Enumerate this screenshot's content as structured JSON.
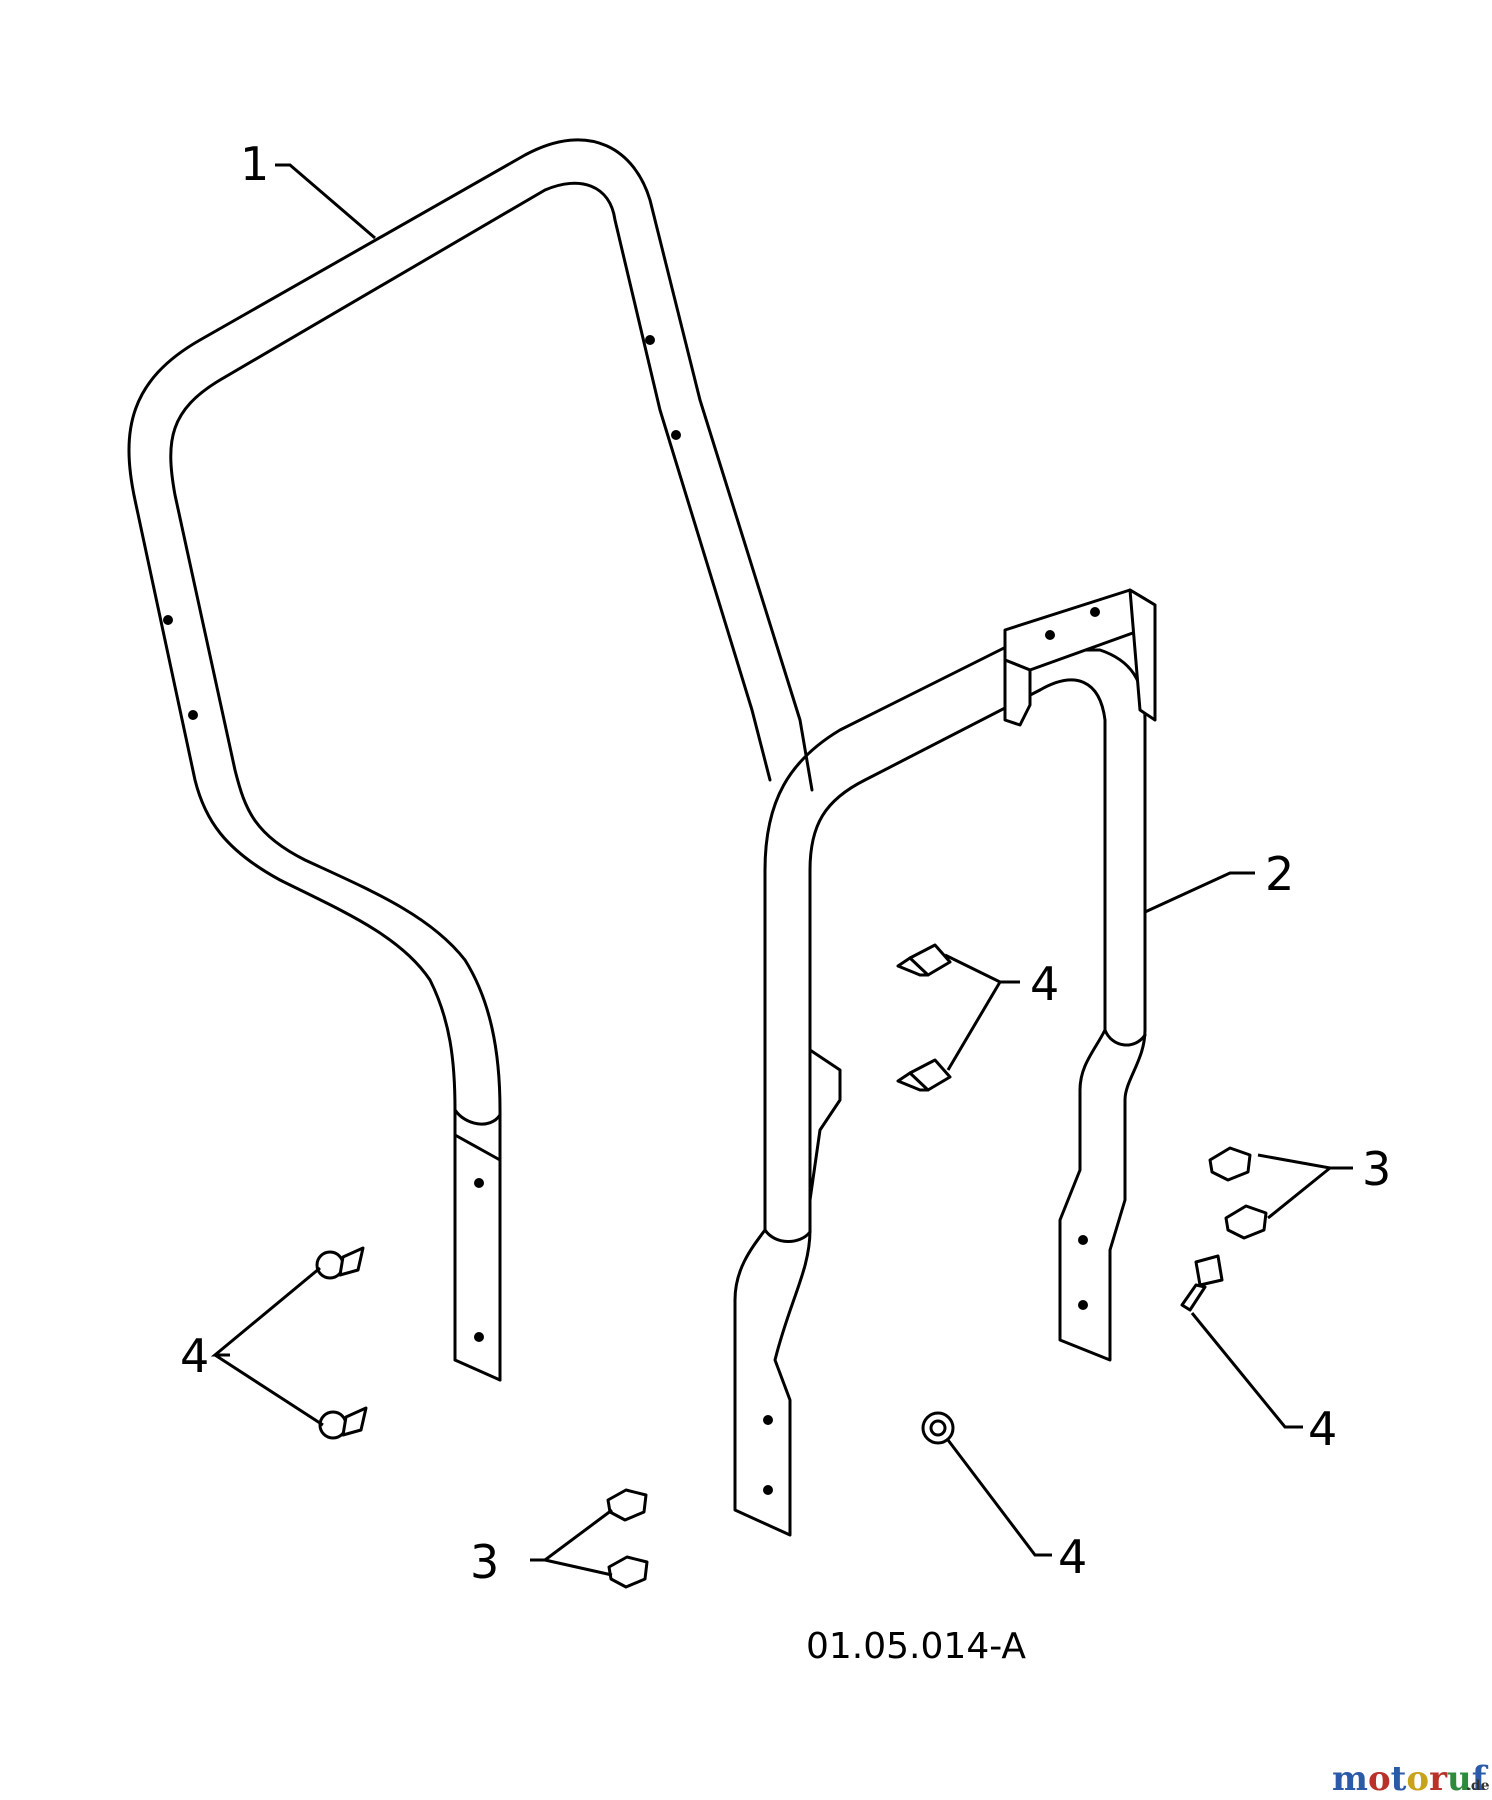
{
  "callouts": {
    "c1": "1",
    "c2": "2",
    "c3_right": "3",
    "c3_bottom": "3",
    "c4_left": "4",
    "c4_center": "4",
    "c4_right": "4",
    "c4_bottom": "4"
  },
  "drawing_number": "01.05.014-A",
  "watermark": {
    "text": "motoruf",
    "suffix": ".de",
    "letter_colors": [
      "#2a5aa8",
      "#b8322a",
      "#2a5aa8",
      "#c9a21b",
      "#b8322a",
      "#2e8b3c",
      "#2a5aa8"
    ]
  }
}
